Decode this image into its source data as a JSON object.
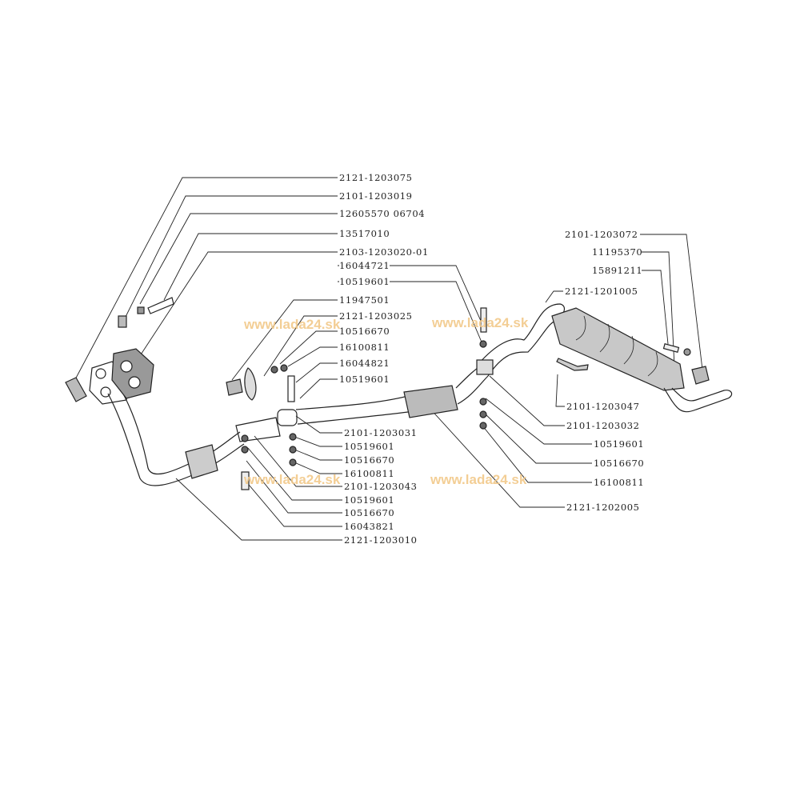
{
  "title": "Exhaust system parts diagram",
  "watermark": "www.lada24.sk",
  "parts_left": [
    "2121-1203075",
    "2101-1203019",
    "12605570  06704",
    "13517010",
    "2103-1203020-01",
    "16044721",
    "10519601",
    "11947501",
    "2121-1203025",
    "10516670",
    "16100811",
    "16044821",
    "10519601",
    "2101-1203031",
    "10519601",
    "10516670",
    "16100811",
    "2101-1203043",
    "10519601",
    "10516670",
    "16043821",
    "2121-1203010"
  ],
  "parts_right": [
    "2101-1203072",
    "11195370",
    "15891211",
    "2121-1201005",
    "2101-1203047",
    "2101-1203032",
    "10519601",
    "10516670",
    "16100811",
    "2121-1202005"
  ],
  "colors": {
    "line": "#222222",
    "watermark": "#f2c98a",
    "muffler": "#bbbbbb"
  }
}
